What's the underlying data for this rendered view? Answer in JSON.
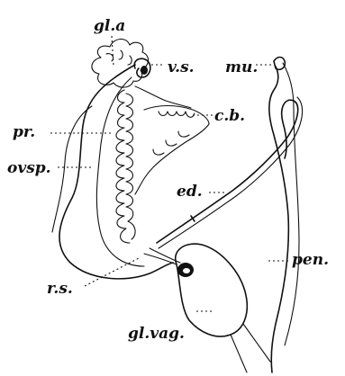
{
  "labels": {
    "gla": "gl.a",
    "vs": "v.s.",
    "mu": "mu.",
    "pr": "pr.",
    "cb": "c.b.",
    "ovsp": "ovsp.",
    "ed": "ed.",
    "pen": "pen.",
    "rs": "r.s.",
    "glvag": "gl.vag."
  }
}
